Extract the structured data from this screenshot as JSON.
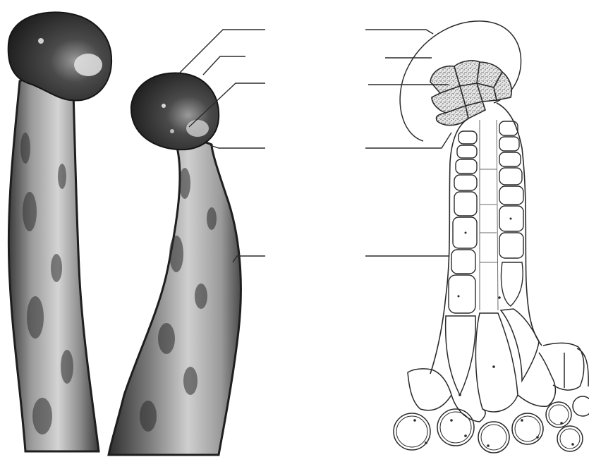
{
  "figure": {
    "photo": {
      "specimens": [
        {
          "id": "left-specimen",
          "structures": [
            "stalk",
            "head"
          ]
        },
        {
          "id": "right-specimen",
          "structures": [
            "stalk",
            "head"
          ]
        }
      ],
      "leader_line_count": 5,
      "label_texts": [
        "",
        "",
        "",
        "",
        ""
      ]
    },
    "drawing": {
      "structures": [
        "outer-membrane",
        "cap-cells",
        "stalk-cells",
        "base-cells"
      ],
      "leader_line_count": 5,
      "label_texts": [
        "",
        "",
        "",
        "",
        ""
      ]
    },
    "colors": {
      "background": "#ffffff",
      "ink": "#2a2a2a",
      "photo_dark": "#2b2b2b",
      "photo_light": "#dcdcdc",
      "stipple": "#555555"
    }
  }
}
